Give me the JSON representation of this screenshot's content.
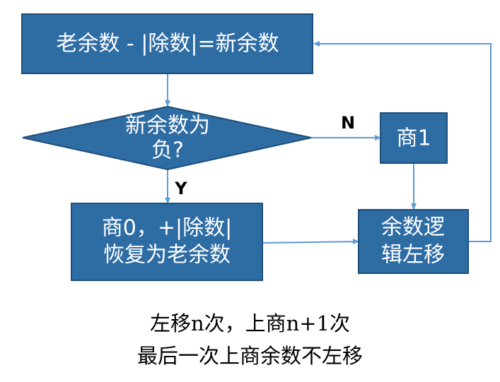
{
  "colors": {
    "node_fill": "#2E6CA4",
    "node_border": "#1F4E79",
    "connector": "#5B9BD5"
  },
  "nodes": {
    "start": {
      "text": "老余数 - |除数|=新余数"
    },
    "decision": {
      "line1": "新余数为",
      "line2": "负?"
    },
    "quotient_one": {
      "text": "商1"
    },
    "quotient_zero": {
      "line1": "商0，+|除数|",
      "line2": "恢复为老余数"
    },
    "shift_left": {
      "line1": "余数逻",
      "line2": "辑左移"
    }
  },
  "edges": {
    "no_label": "N",
    "yes_label": "Y"
  },
  "caption": {
    "line1": "左移n次，上商n+1次",
    "line2": "最后一次上商余数不左移"
  }
}
